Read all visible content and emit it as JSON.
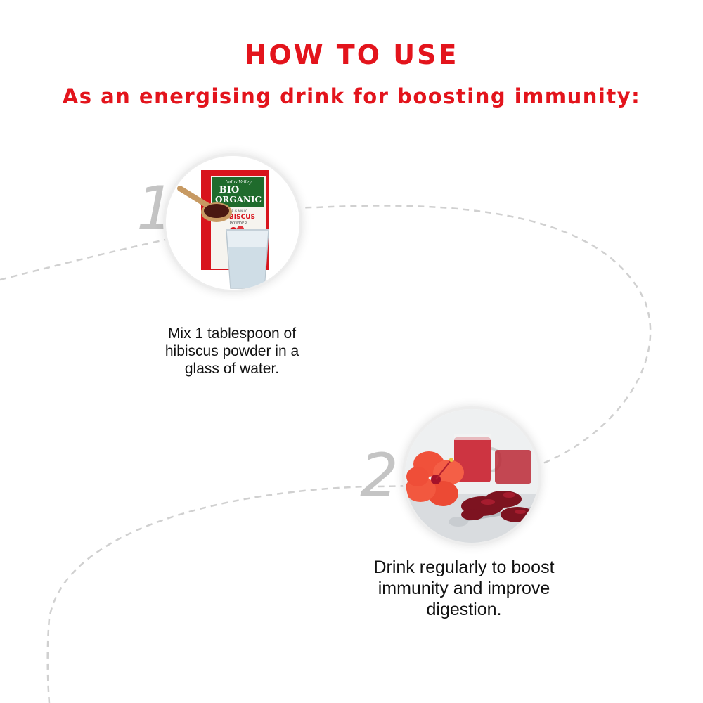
{
  "header": {
    "title": "HOW TO  USE",
    "subtitle": "As an energising drink for boosting immunity:"
  },
  "colors": {
    "accent": "#e3141c",
    "number": "#c4c4c4",
    "path": "#d0d0d0",
    "text": "#111111"
  },
  "steps": [
    {
      "number": "1",
      "image_icon": "hibiscus-powder-box-and-water-glass",
      "product": {
        "brand": "Indus Valley",
        "line1": "BIO",
        "line2": "ORGANIC",
        "organic": "ORGANIC",
        "name": "HIBISCUS",
        "type": "POWDER"
      },
      "text_lines": [
        "Mix 1 tablespoon of",
        "hibiscus powder in a",
        "glass of water."
      ]
    },
    {
      "number": "2",
      "image_icon": "hibiscus-tea-and-dried-petals",
      "text_lines": [
        "Drink regularly to boost",
        "immunity and improve",
        "digestion."
      ]
    }
  ]
}
